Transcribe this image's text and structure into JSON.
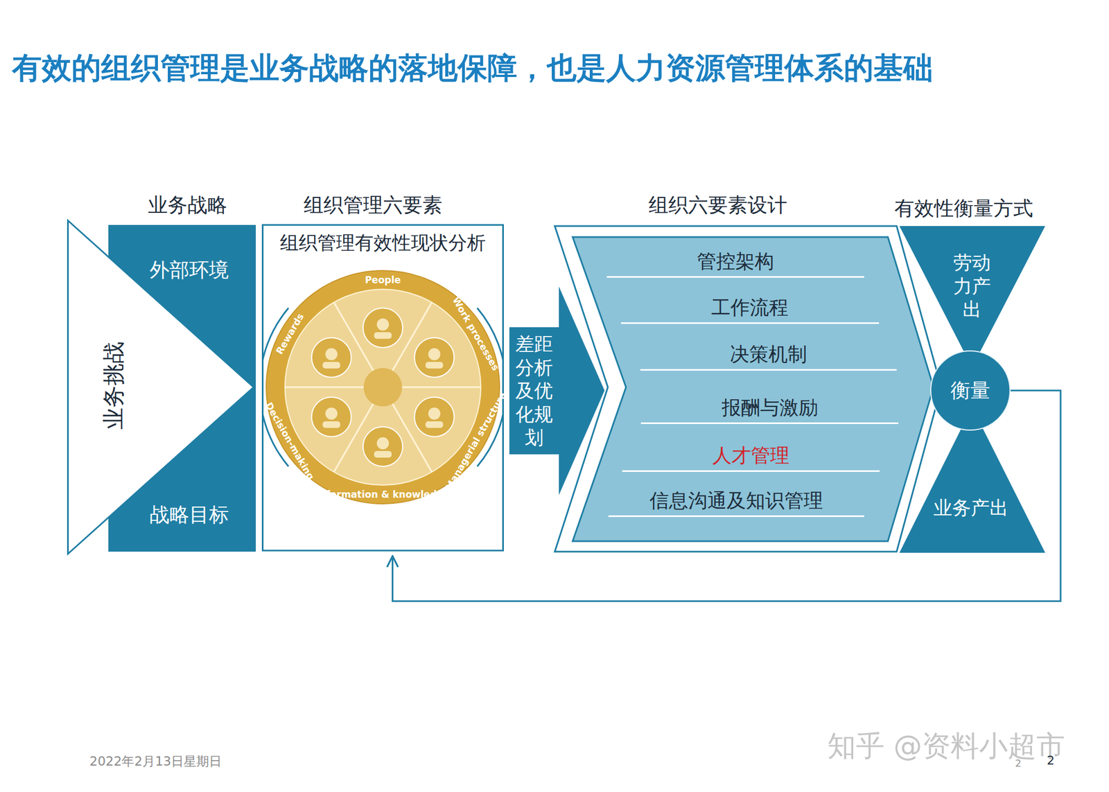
{
  "diagram": {
    "title": "有效的组织管理是业务战略的落地保障，也是人力资源管理体系的基础",
    "nodes": [
      {
        "text": [
          "业务挑战"
        ]
      },
      {
        "text": [
          "业务战略",
          "外部环境",
          "战略目标"
        ]
      },
      {
        "text": [
          "组织管理六要素",
          "组织管理有效性现状分析"
        ]
      },
      {
        "text": [
          "差距分析及优化规划"
        ]
      },
      {
        "text": [
          "组织六要素设计"
        ]
      },
      {
        "text": [
          "管控架构"
        ],
        "in": 4
      },
      {
        "text": [
          "工作流程"
        ],
        "in": 4
      },
      {
        "text": [
          "决策机制"
        ],
        "in": 4
      },
      {
        "text": [
          "报酬与激励"
        ],
        "in": 4
      },
      {
        "text": [
          "人才管理"
        ],
        "in": 4
      },
      {
        "text": [
          "信息沟通及知识管理"
        ],
        "in": 4
      },
      {
        "text": [
          "有效性衡量方式",
          "劳动力产出"
        ]
      },
      {
        "text": [
          "衡量"
        ]
      },
      {
        "text": [
          "业务产出"
        ]
      }
    ],
    "edges": [
      {
        "from": 12,
        "to": 2,
        "arrow": "to"
      }
    ],
    "labels": [
      "People",
      "Work processes",
      "Managerial structure",
      "Information & knowledge",
      "Decision-making",
      "Rewards",
      "2022年2月13日星期日",
      "知乎 @资料小超市",
      "2",
      "2"
    ]
  }
}
